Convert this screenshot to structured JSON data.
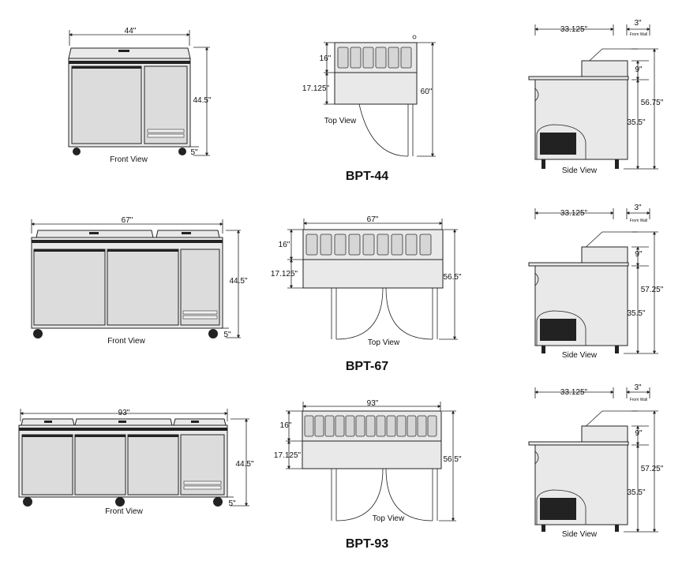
{
  "models": [
    {
      "name": "BPT-44",
      "front": {
        "width": "44\"",
        "height": "44.5\"",
        "caster": "5\"",
        "label": "Front View"
      },
      "top": {
        "pan_depth": "16\"",
        "rail_depth": "17.125\"",
        "overall": "60\"",
        "label": "Top View"
      },
      "side": {
        "depth": "33.125\"",
        "offset": "3\"",
        "offset_note": "From Wall",
        "lid": "9\"",
        "overall": "56.75\"",
        "cabinet": "35.5\"",
        "label": "Side View"
      }
    },
    {
      "name": "BPT-67",
      "front": {
        "width": "67\"",
        "height": "44.5\"",
        "caster": "5\"",
        "label": "Front View"
      },
      "top": {
        "width": "67\"",
        "pan_depth": "16\"",
        "rail_depth": "17.125\"",
        "overall": "56.5\"",
        "label": "Top View"
      },
      "side": {
        "depth": "33.125\"",
        "offset": "3\"",
        "offset_note": "From Wall",
        "lid": "9\"",
        "overall": "57.25\"",
        "cabinet": "35.5\"",
        "label": "Side View"
      }
    },
    {
      "name": "BPT-93",
      "front": {
        "width": "93\"",
        "height": "44.5\"",
        "caster": "5\"",
        "label": "Front View"
      },
      "top": {
        "width": "93\"",
        "pan_depth": "16\"",
        "rail_depth": "17.125\"",
        "overall": "56.5\"",
        "label": "Top View"
      },
      "side": {
        "depth": "33.125\"",
        "offset": "3\"",
        "offset_note": "From Wall",
        "lid": "9\"",
        "overall": "57.25\"",
        "cabinet": "35.5\"",
        "label": "Side View"
      }
    }
  ]
}
